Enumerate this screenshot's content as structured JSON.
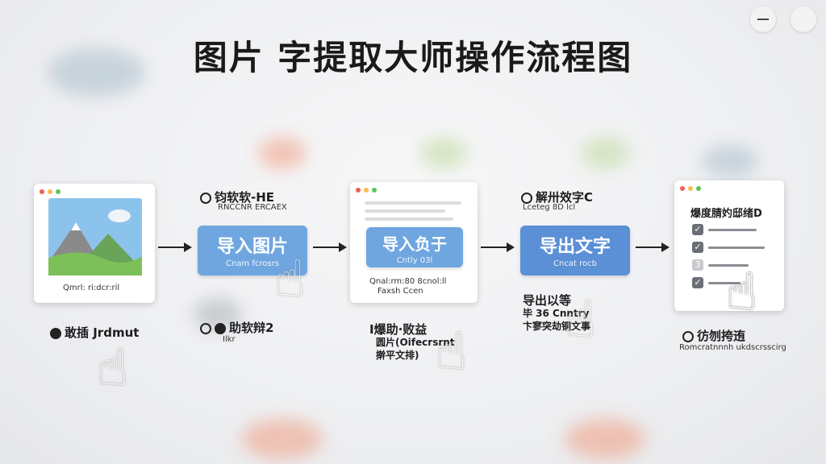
{
  "title": "图片 字提取大师操作流程图",
  "window_controls": {
    "minimize": "minimize-button",
    "close": "close-button"
  },
  "steps": {
    "step1": {
      "card_caption": "Qmrl: ri:dcr:ril",
      "below_label": "敢插 Jrdmut"
    },
    "step2": {
      "above_label": "钧软软-HE",
      "above_sub": "RNCCNR ERCAEX",
      "button_main": "导入图片",
      "button_sub": "Cnam fcrosrs",
      "below_label": "助软辩2",
      "below_sub": "Ilkr"
    },
    "step3": {
      "card_caption_1": "Qnal:rm:80 8cnol:ll",
      "card_caption_2": "Faxsh Ccen",
      "button_main": "导入负于",
      "button_sub": "Cntly 03l",
      "below_label_1": "I爆助·败益",
      "below_label_2": "圆片(Oifecrsrnt",
      "below_label_3": "擀平文排)"
    },
    "step4": {
      "above_label": "解卅效字C",
      "above_sub": "Lceteg 8D lcl",
      "button_main": "导出文字",
      "button_sub": "Cncat rocb",
      "below_label_1": "导出以等",
      "below_label_2": "毕 36 Cnntry",
      "below_label_3": "卞寥突劫铜文事"
    },
    "step5": {
      "card_title": "爆度腈妁邸绪D",
      "below_label": "彷刎挎迶",
      "below_sub": "Romcratnnnh ukdscrsscirg"
    }
  },
  "icons": {
    "landscape": "landscape-image-icon",
    "hand": "pointing-hand-icon",
    "check": "checkbox-icon",
    "arrow": "right-arrow-icon"
  },
  "colors": {
    "button_light": "#6fa6e0",
    "button_dark": "#5b8fd6"
  }
}
